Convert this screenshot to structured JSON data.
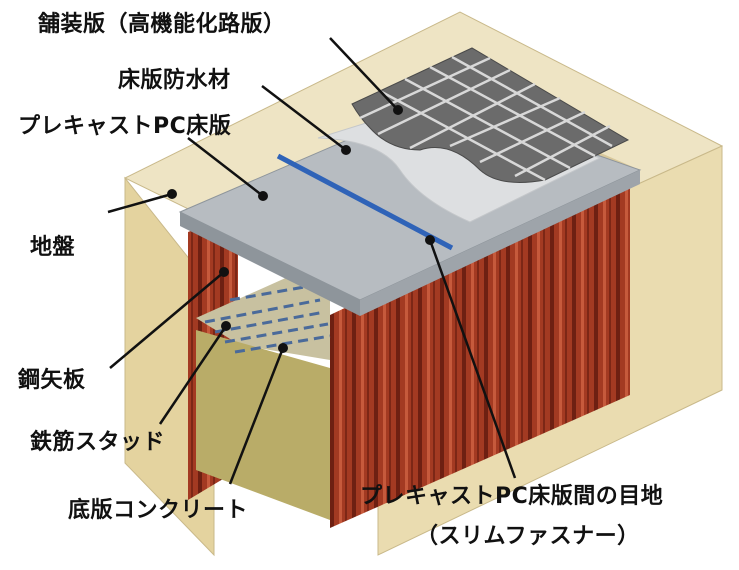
{
  "labels": {
    "pavement": "舗装版（高機能化路版）",
    "waterproof": "床版防水材",
    "precast_slab": "プレキャストPC床版",
    "ground": "地盤",
    "steel_sheet_pile": "鋼矢板",
    "rebar_stud": "鉄筋スタッド",
    "bottom_slab": "底版コンクリート",
    "joint_line1": "プレキャストPC床版間の目地",
    "joint_line2": "（スリムファスナー）"
  },
  "colors": {
    "ground_top": "#eee4c4",
    "ground_side": "#e8d9a8",
    "ground_front": "#dcc68e",
    "sheet_pile": "#a33a22",
    "sheet_pile_dark": "#6e2012",
    "slab_top": "#b7bcc1",
    "slab_side": "#8e959b",
    "waterproof": "#dddfe1",
    "pavement": "#6b6b6b",
    "pavement_grid": "#d8d8d8",
    "joint": "#2f63b8",
    "bottom_concrete": "#b9ac68"
  }
}
